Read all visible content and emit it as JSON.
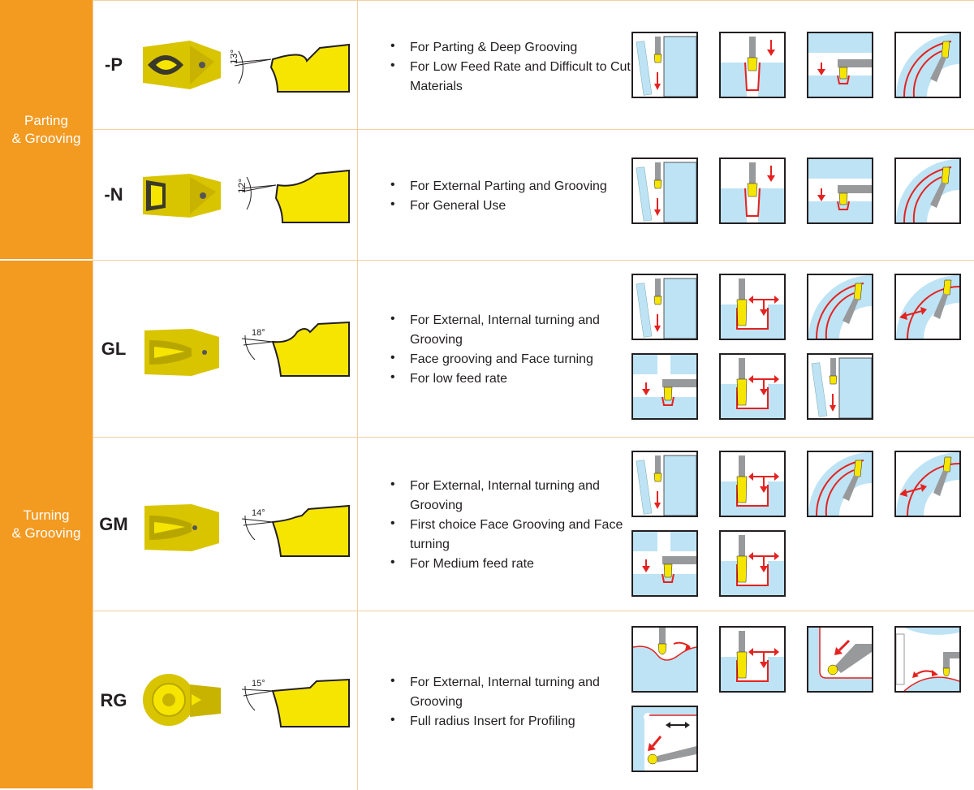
{
  "colors": {
    "orange": "#f39a21",
    "yellow": "#f6e500",
    "blue": "#bde3f5",
    "red": "#e42320",
    "grey": "#98999b",
    "dark": "#231f20"
  },
  "groups": [
    {
      "line1": "Parting",
      "line2": "& Grooving"
    },
    {
      "line1": "Turning",
      "line2": "& Grooving"
    }
  ],
  "rows": [
    {
      "code": "-P",
      "angle": "13°",
      "bullets": [
        "For Parting & Deep Grooving",
        "For Low Feed Rate and Difficult to Cut Materials"
      ]
    },
    {
      "code": "-N",
      "angle": "12°",
      "bullets": [
        "For External Parting and Grooving",
        "For General Use"
      ]
    },
    {
      "code": "GL",
      "angle": "18°",
      "bullets": [
        "For External, Internal turning and Grooving",
        "Face grooving and Face turning",
        "For low feed rate"
      ]
    },
    {
      "code": "GM",
      "angle": "14°",
      "bullets": [
        "For External, Internal turning and Grooving",
        "First choice Face Grooving and Face turning",
        "For Medium feed rate"
      ]
    },
    {
      "code": "RG",
      "angle": "15°",
      "bullets": [
        "For External, Internal turning and Grooving",
        "Full radius Insert for Profiling"
      ]
    }
  ],
  "icons": {
    "parting-cutoff": "parting-cutoff-icon",
    "grooving-plunge": "grooving-plunge-icon",
    "internal-grooving": "internal-grooving-icon",
    "face-grooving": "face-grooving-icon",
    "multidirectional-turning": "multidirectional-turning-icon",
    "face-turning": "face-turning-icon",
    "profiling": "profiling-icon"
  }
}
